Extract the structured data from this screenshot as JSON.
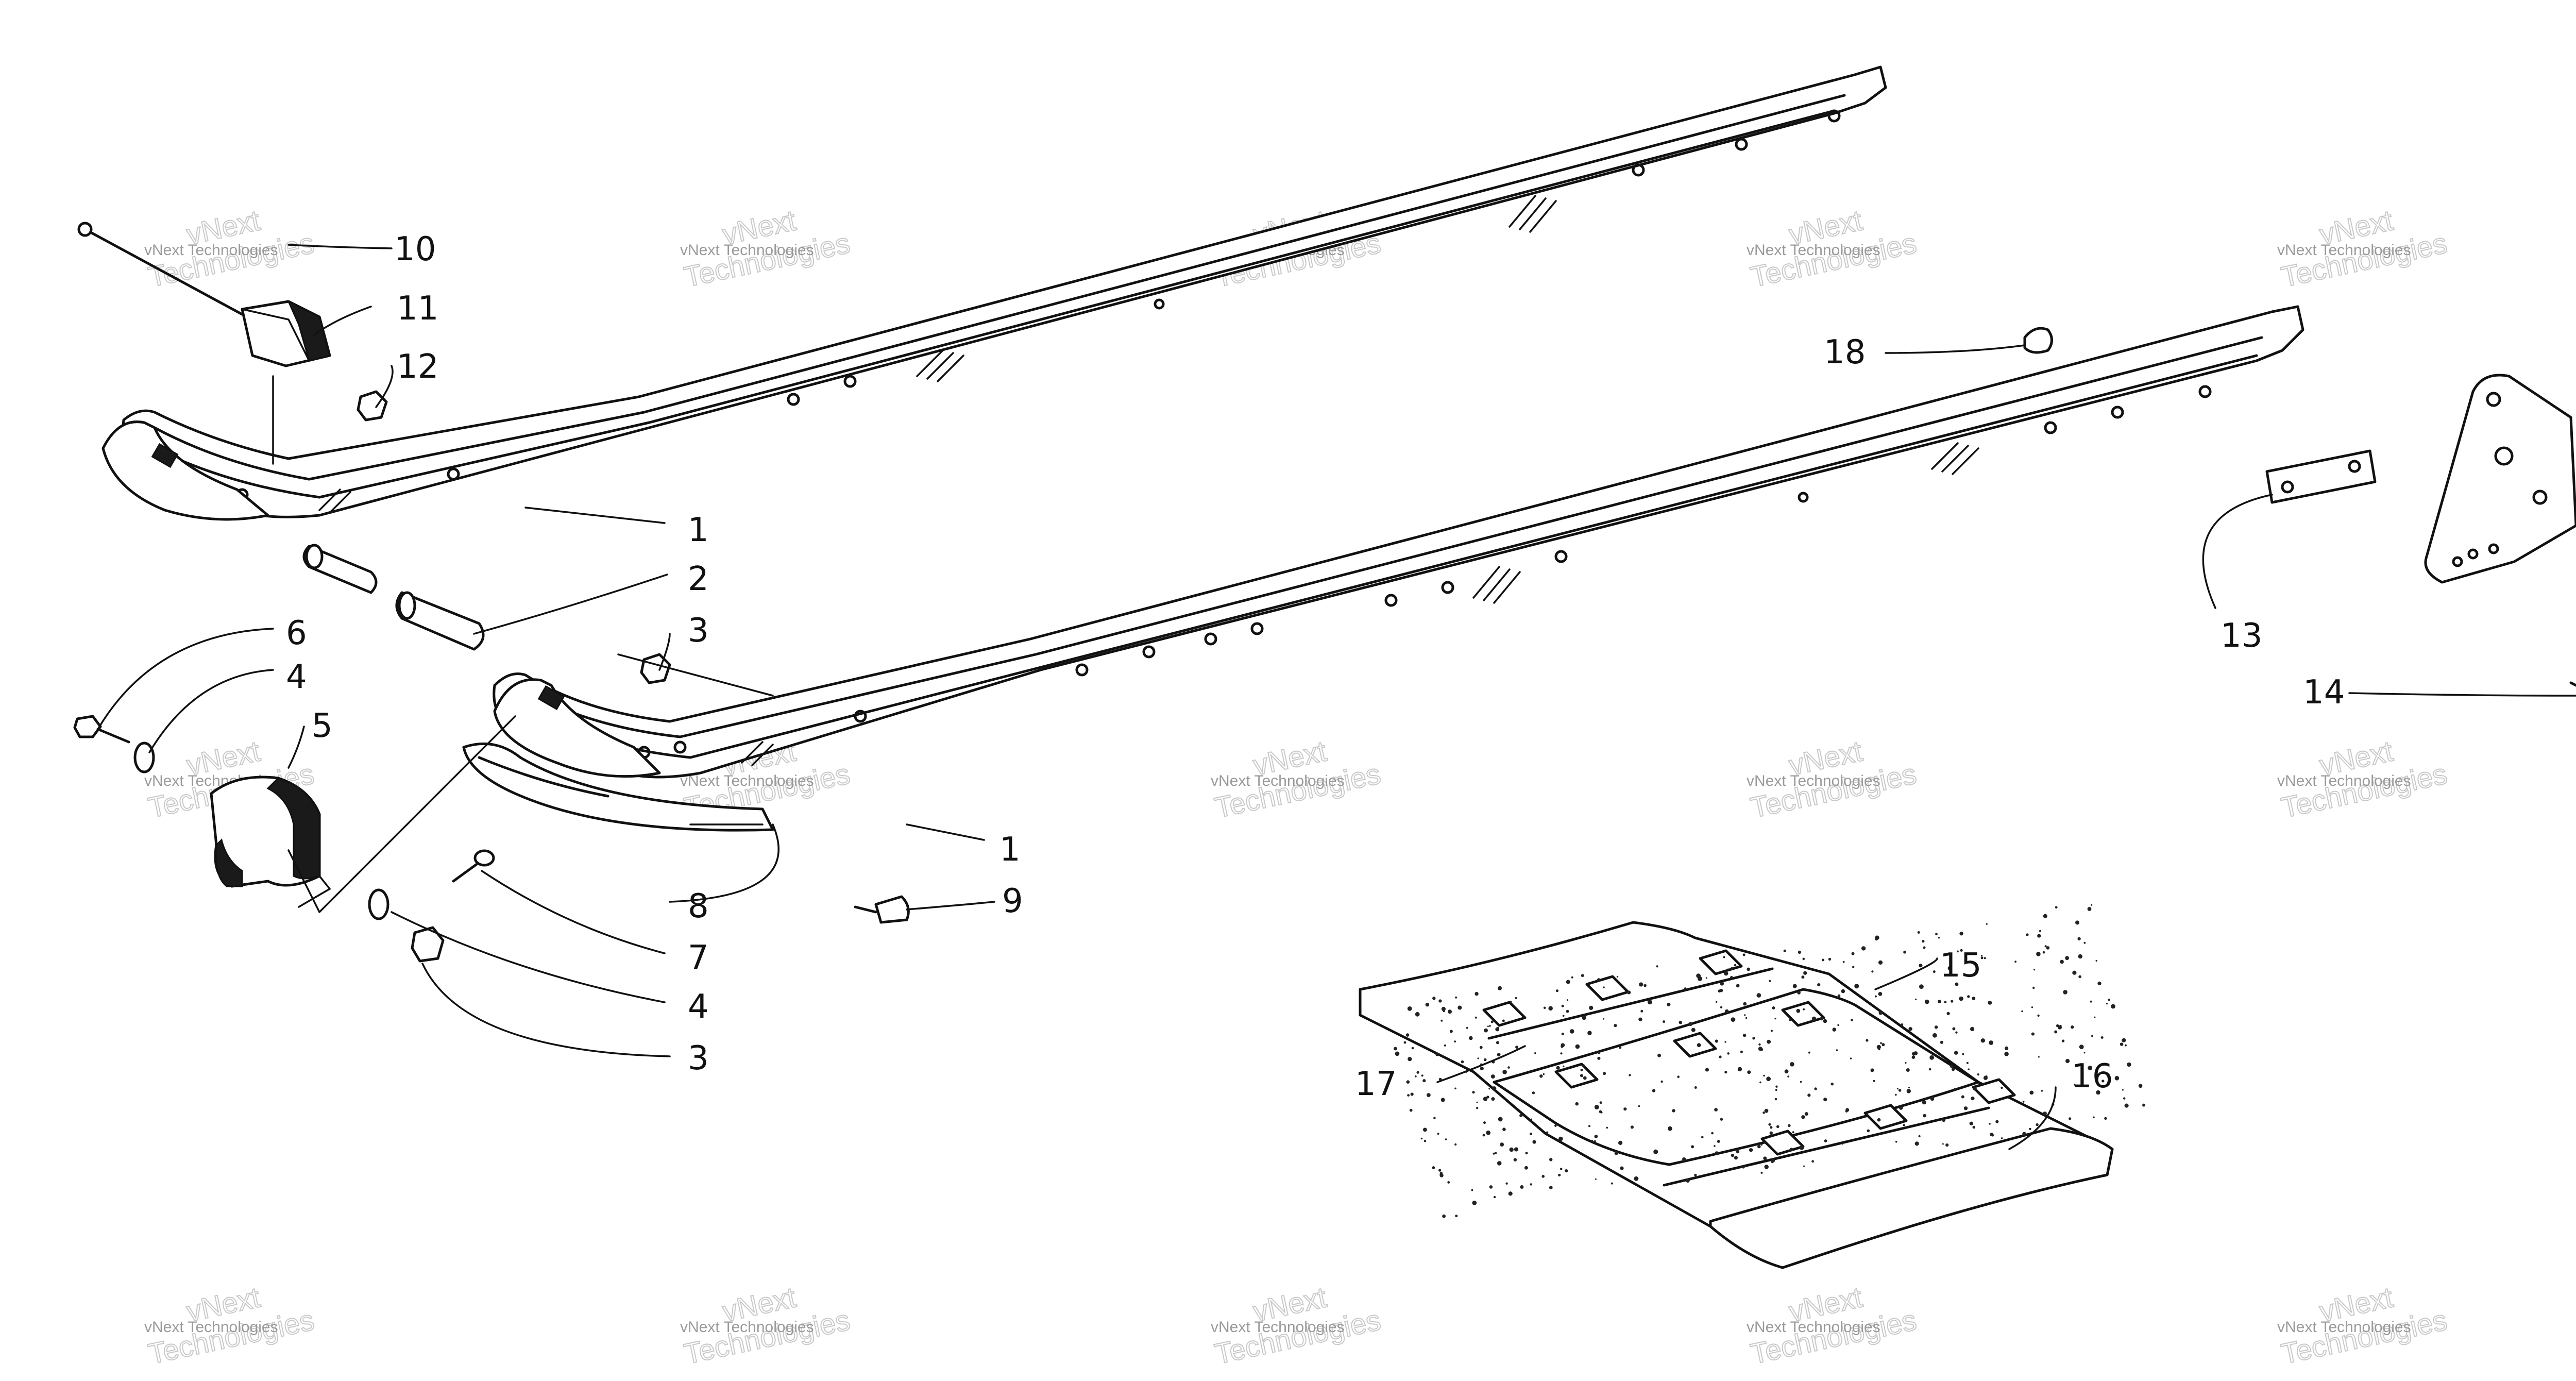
{
  "watermark": {
    "line1": "vNext",
    "line2": "Technologies",
    "line3": "vNext Technologies"
  },
  "callouts": [
    {
      "id": "c10",
      "text": "10"
    },
    {
      "id": "c11",
      "text": "11"
    },
    {
      "id": "c12",
      "text": "12"
    },
    {
      "id": "c1a",
      "text": "1"
    },
    {
      "id": "c2",
      "text": "2"
    },
    {
      "id": "c3a",
      "text": "3"
    },
    {
      "id": "c6",
      "text": "6"
    },
    {
      "id": "c4a",
      "text": "4"
    },
    {
      "id": "c5",
      "text": "5"
    },
    {
      "id": "c1b",
      "text": "1"
    },
    {
      "id": "c9",
      "text": "9"
    },
    {
      "id": "c8",
      "text": "8"
    },
    {
      "id": "c7",
      "text": "7"
    },
    {
      "id": "c4b",
      "text": "4"
    },
    {
      "id": "c3b",
      "text": "3"
    },
    {
      "id": "c18",
      "text": "18"
    },
    {
      "id": "c13",
      "text": "13"
    },
    {
      "id": "c14",
      "text": "14"
    },
    {
      "id": "c15",
      "text": "15"
    },
    {
      "id": "c16",
      "text": "16"
    },
    {
      "id": "c17",
      "text": "17"
    }
  ],
  "colors": {
    "ink": "#111111",
    "watermark": "#9a9a9a"
  }
}
